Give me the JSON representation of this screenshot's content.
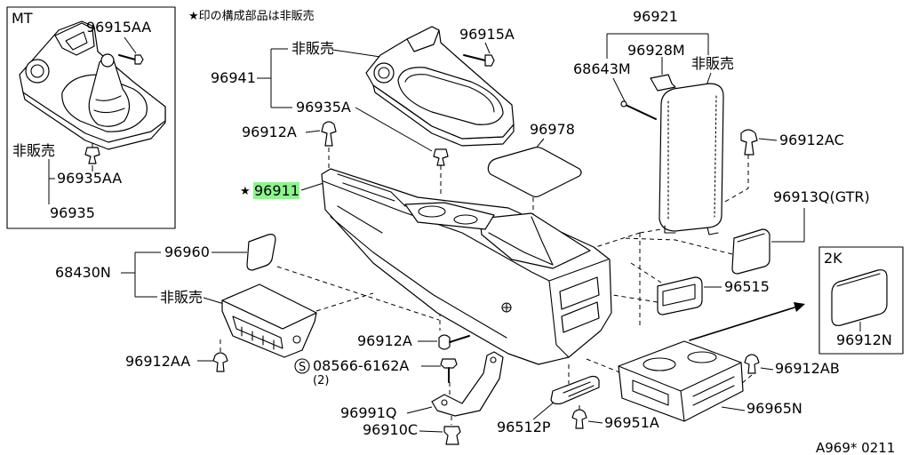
{
  "header_note": "★印の構成部品は非販売",
  "footer_code": "A969* 0211",
  "colors": {
    "line": "#000000",
    "background": "#ffffff",
    "highlight": "#8cf58c"
  },
  "inset_mt": {
    "title": "MT",
    "p96915AA": "96915AA",
    "not_for_sale": "非販売",
    "p96935AA": "96935AA",
    "p96935": "96935"
  },
  "inset_2k": {
    "title": "2K",
    "part": "96912N"
  },
  "callouts": {
    "p96941": "96941",
    "p96941_not_for_sale": "非販売",
    "p96935A": "96935A",
    "p96912A_top": "96912A",
    "star": "★",
    "p96911": "96911",
    "p96915A": "96915A",
    "p96978": "96978",
    "p96921": "96921",
    "p96928M": "96928M",
    "p68643M": "68643M",
    "p96921_not_for_sale": "非販売",
    "p96912AC": "96912AC",
    "p96913Q": "96913Q(GTR)",
    "p96515": "96515",
    "p68430N": "68430N",
    "p96960": "96960",
    "p68430N_not_for_sale": "非販売",
    "p96912AA": "96912AA",
    "p96912A_bottom": "96912A",
    "screw_symbol": "S",
    "p08566": "08566-6162A",
    "p08566_qty": "(2)",
    "p96912AB": "96912AB",
    "p96991Q": "96991Q",
    "p96910C": "96910C",
    "p96512P": "96512P",
    "p96951A": "96951A",
    "p96965N": "96965N"
  }
}
